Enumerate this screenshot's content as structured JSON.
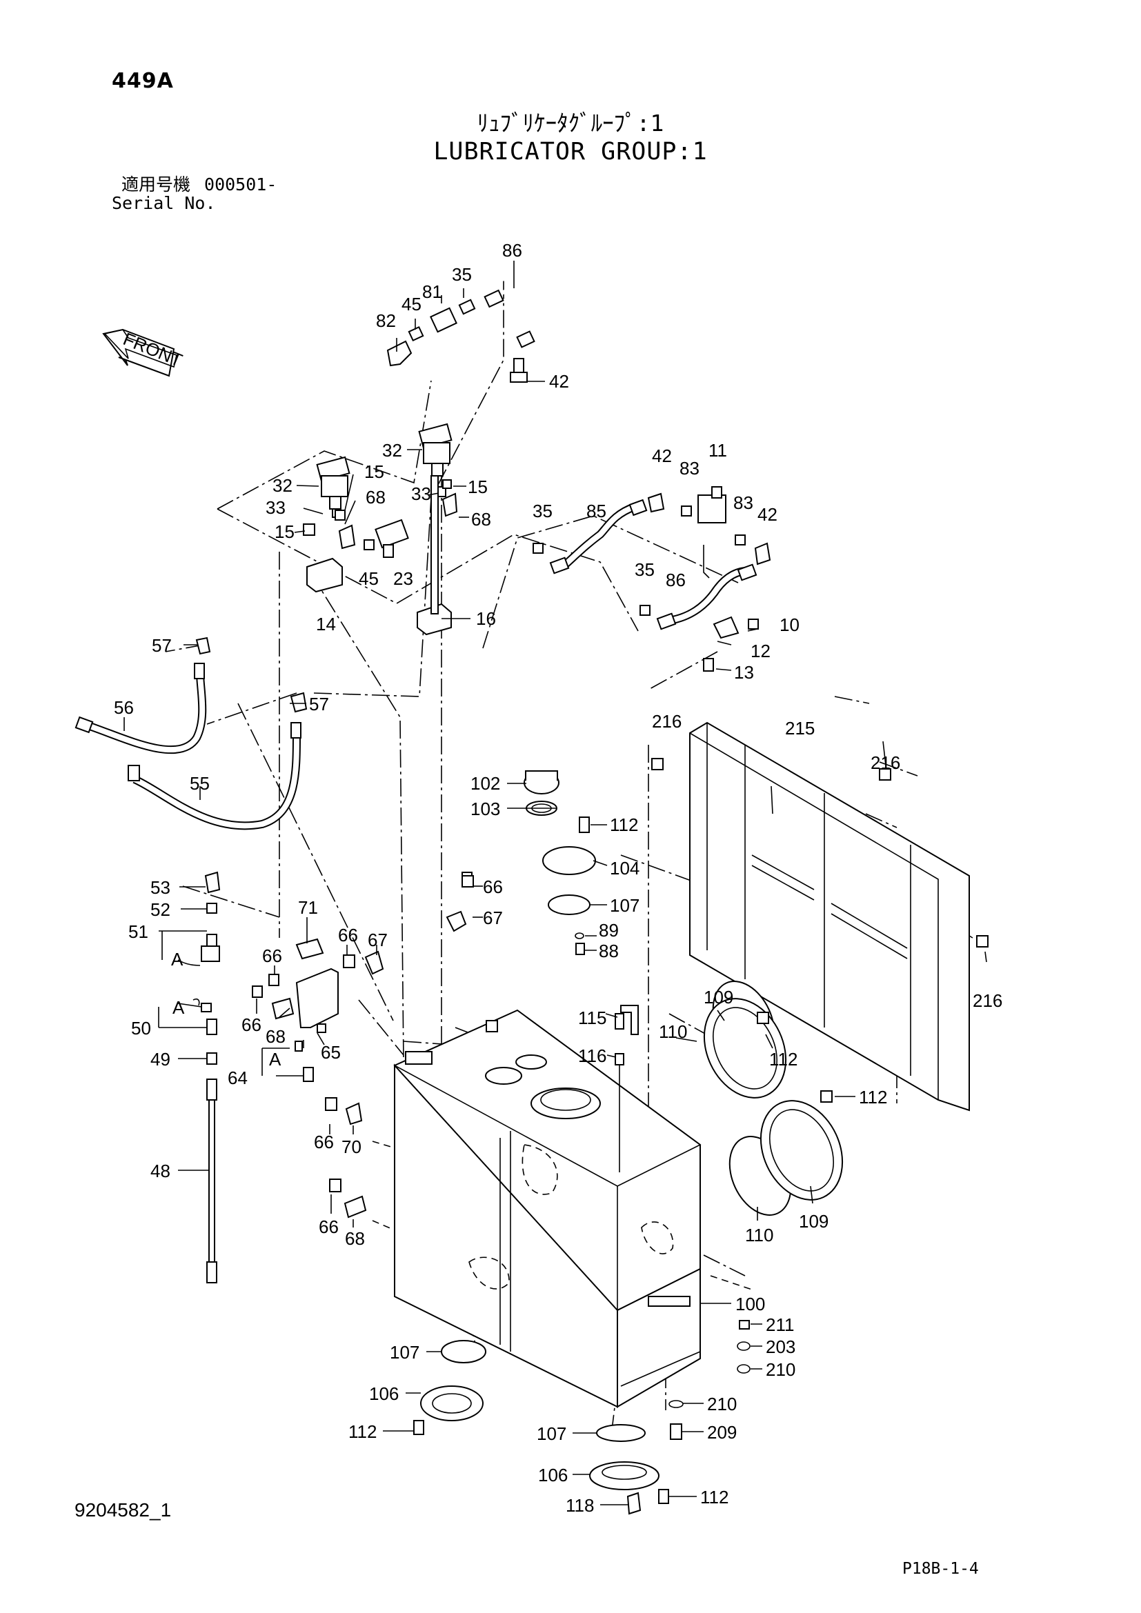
{
  "header": {
    "page_code": "449A",
    "title_jp": "ﾘｭﾌﾞﾘｹｰﾀｸﾞﾙｰﾌﾟ:1",
    "title_en": "LUBRICATOR GROUP:1",
    "serial_label_jp": "適用号機",
    "serial_value": "000501-",
    "serial_label_en": "Serial No."
  },
  "footer": {
    "drawing_number": "9204582_1",
    "page_reference": "P18B-1-4"
  },
  "front_arrow_label": "FRONT",
  "callouts": {
    "c86a": "86",
    "c35a": "35",
    "c81": "81",
    "c45a": "45",
    "c82": "82",
    "c42a": "42",
    "c32a": "32",
    "c15a": "15",
    "c33a": "33",
    "c68a": "68",
    "c32b": "32",
    "c15b": "15",
    "c33b": "33",
    "c68b": "68",
    "c15c": "15",
    "c45b": "45",
    "c23": "23",
    "c14": "14",
    "c16": "16",
    "c42b": "42",
    "c11": "11",
    "c83a": "83",
    "c83b": "83",
    "c42c": "42",
    "c35b": "35",
    "c85": "85",
    "c35c": "35",
    "c86b": "86",
    "c10": "10",
    "c12": "12",
    "c13": "13",
    "c57a": "57",
    "c57b": "57",
    "c56": "56",
    "c55": "55",
    "c216a": "216",
    "c215": "215",
    "c216b": "216",
    "c216c": "216",
    "c102": "102",
    "c103": "103",
    "c112a": "112",
    "c104": "104",
    "c66a": "66",
    "c67a": "67",
    "c107a": "107",
    "c89": "89",
    "c88": "88",
    "c53": "53",
    "c52": "52",
    "c51": "51",
    "cA1": "A",
    "cA2": "A",
    "c50": "50",
    "c49": "49",
    "cA3": "A",
    "c64": "64",
    "c71": "71",
    "c66b": "66",
    "c67b": "67",
    "c66c": "66",
    "c66d": "66",
    "c68c": "68",
    "c65": "65",
    "c115": "115",
    "c116": "116",
    "c109a": "109",
    "c110a": "110",
    "c112b": "112",
    "c112c": "112",
    "c110b": "110",
    "c109b": "109",
    "c66e": "66",
    "c70": "70",
    "c48": "48",
    "c66f": "66",
    "c68d": "68",
    "c100": "100",
    "c211": "211",
    "c203": "203",
    "c210a": "210",
    "c210b": "210",
    "c209": "209",
    "c107b": "107",
    "c106a": "106",
    "c112d": "112",
    "c107c": "107",
    "c106b": "106",
    "c118": "118",
    "c112e": "112"
  }
}
